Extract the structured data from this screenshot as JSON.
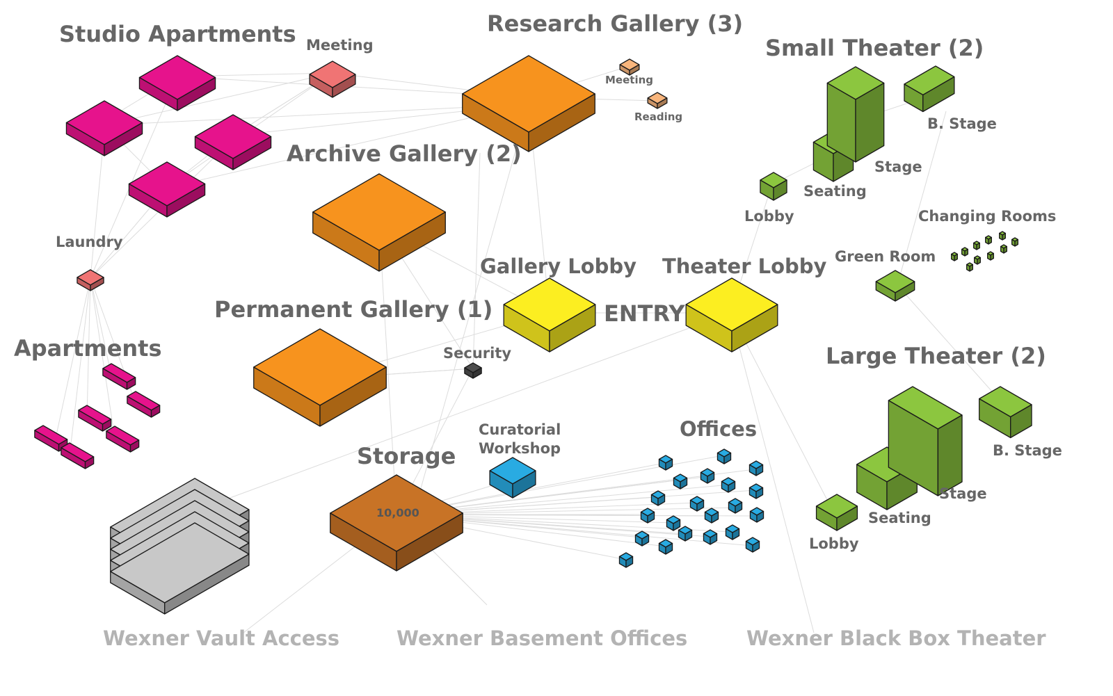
{
  "labels": {
    "studio_apartments": "Studio Apartments",
    "meeting_top": "Meeting",
    "research_gallery": "Research Gallery (3)",
    "research_meeting": "Meeting",
    "research_reading": "Reading",
    "small_theater": "Small Theater (2)",
    "small_b_stage": "B. Stage",
    "small_stage": "Stage",
    "small_seating": "Seating",
    "small_lobby": "Lobby",
    "changing_rooms": "Changing Rooms",
    "green_room": "Green Room",
    "archive_gallery": "Archive Gallery (2)",
    "laundry": "Laundry",
    "gallery_lobby": "Gallery Lobby",
    "theater_lobby": "Theater Lobby",
    "entry": "ENTRY",
    "permanent_gallery": "Permanent Gallery (1)",
    "apartments": "Apartments",
    "security": "Security",
    "large_theater": "Large Theater (2)",
    "large_b_stage": "B. Stage",
    "large_stage": "Stage",
    "large_seating": "Seating",
    "large_lobby": "Lobby",
    "curatorial_workshop_1": "Curatorial",
    "curatorial_workshop_2": "Workshop",
    "offices": "Offices",
    "storage": "Storage",
    "storage_area": "10,000",
    "wexner_vault": "Wexner Vault Access",
    "wexner_basement": "Wexner Basement Offices",
    "wexner_black_box": "Wexner Black Box Theater"
  },
  "colors": {
    "residential": "#e6138c",
    "support_pink": "#f07474",
    "gallery": "#f7931e",
    "gallery_support": "#f8b57c",
    "lobby": "#fcee21",
    "theater": "#8cc63f",
    "office": "#29abe2",
    "storage": "#c87326",
    "security": "#4d4d4d",
    "vault": "#c8c8c8",
    "link": "#dcdcdc"
  }
}
